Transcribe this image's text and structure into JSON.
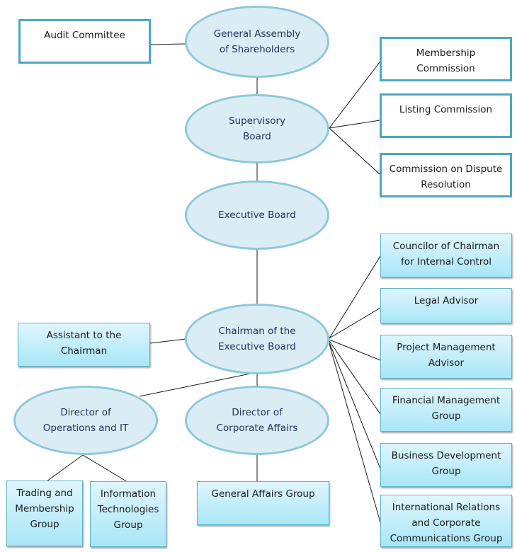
{
  "diagram": {
    "title": "Organizational Structure",
    "colors": {
      "ellipse_fill": "#dbedf4",
      "ellipse_border": "#8ec8da",
      "white_box_border": "#4aa9c0",
      "blue_box_top": "#e0f6fd",
      "blue_box_bottom": "#a8e6f8",
      "line": "#1a1a1a"
    },
    "nodes": {
      "audit_committee": "Audit Committee",
      "general_assembly": "General Assembly\nof Shareholders",
      "membership_commission": "Membership\nCommission",
      "listing_commission": "Listing Commission",
      "dispute_commission": "Commission on Dispute\nResolution",
      "supervisory_board": "Supervisory\nBoard",
      "executive_board": "Executive Board",
      "councilor": "Councilor of Chairman\nfor Internal Control",
      "legal_advisor": "Legal Advisor",
      "project_advisor": "Project Management\nAdvisor",
      "financial_group": "Financial Management\nGroup",
      "business_group": "Business Development\nGroup",
      "international_group": "International Relations\nand Corporate\nCommunications Group",
      "chairman": "Chairman of the\nExecutive Board",
      "assistant": "Assistant to the\nChairman",
      "director_ops": "Director of\nOperations and IT",
      "director_corp": "Director of\nCorporate Affairs",
      "trading_group": "Trading and\nMembership\nGroup",
      "it_group": "Information\nTechnologies\nGroup",
      "general_affairs": "General Affairs Group"
    },
    "edges": [
      [
        "audit_committee",
        "general_assembly"
      ],
      [
        "general_assembly",
        "supervisory_board"
      ],
      [
        "supervisory_board",
        "membership_commission"
      ],
      [
        "supervisory_board",
        "listing_commission"
      ],
      [
        "supervisory_board",
        "dispute_commission"
      ],
      [
        "supervisory_board",
        "executive_board"
      ],
      [
        "executive_board",
        "chairman"
      ],
      [
        "chairman",
        "assistant"
      ],
      [
        "chairman",
        "councilor"
      ],
      [
        "chairman",
        "legal_advisor"
      ],
      [
        "chairman",
        "project_advisor"
      ],
      [
        "chairman",
        "financial_group"
      ],
      [
        "chairman",
        "business_group"
      ],
      [
        "chairman",
        "international_group"
      ],
      [
        "chairman",
        "director_ops"
      ],
      [
        "chairman",
        "director_corp"
      ],
      [
        "director_ops",
        "trading_group"
      ],
      [
        "director_ops",
        "it_group"
      ],
      [
        "director_corp",
        "general_affairs"
      ]
    ]
  }
}
